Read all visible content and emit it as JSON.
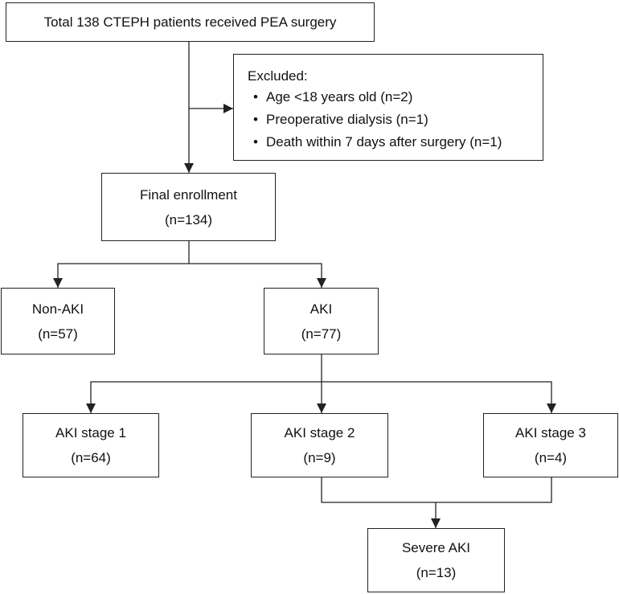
{
  "total": {
    "text": "Total 138 CTEPH patients received PEA surgery"
  },
  "excluded": {
    "title": "Excluded:",
    "items": [
      "Age <18 years old (n=2)",
      "Preoperative dialysis (n=1)",
      "Death within 7 days after surgery (n=1)"
    ]
  },
  "final": {
    "label": "Final enrollment",
    "count": "(n=134)"
  },
  "non_aki": {
    "label": "Non-AKI",
    "count": "(n=57)"
  },
  "aki": {
    "label": "AKI",
    "count": "(n=77)"
  },
  "stage1": {
    "label": "AKI stage 1",
    "count": "(n=64)"
  },
  "stage2": {
    "label": "AKI stage 2",
    "count": "(n=9)"
  },
  "stage3": {
    "label": "AKI stage 3",
    "count": "(n=4)"
  },
  "severe": {
    "label": "Severe AKI",
    "count": "(n=13)"
  },
  "colors": {
    "line": "#222222",
    "background": "#ffffff",
    "text": "#111111"
  }
}
